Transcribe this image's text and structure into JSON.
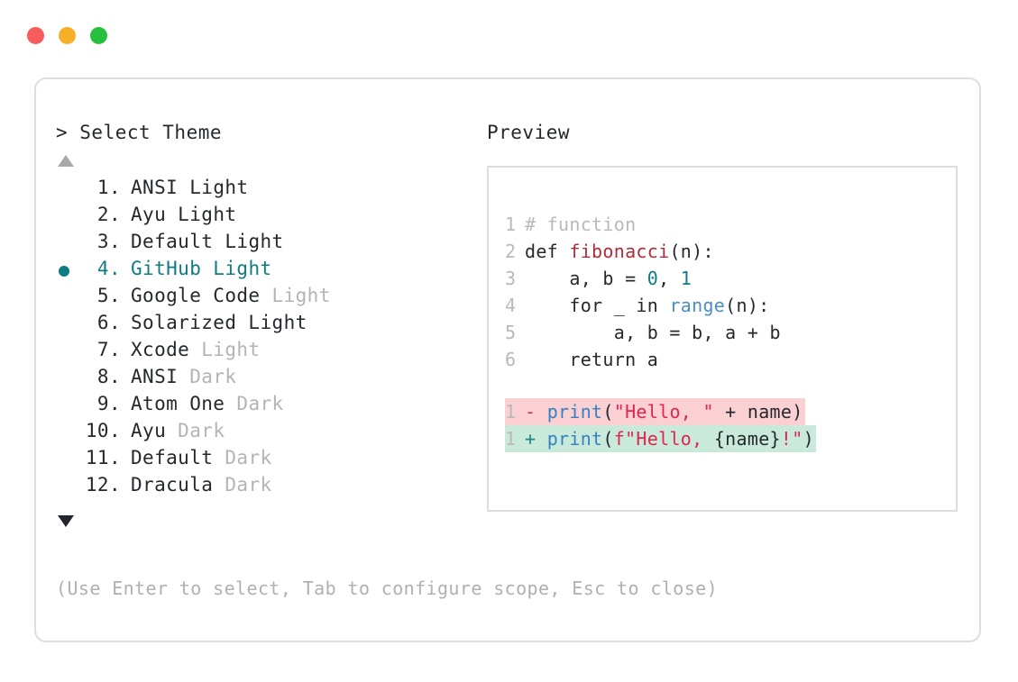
{
  "window": {
    "dots": [
      {
        "name": "close",
        "color": "#f75c5c"
      },
      {
        "name": "minimize",
        "color": "#f5b028"
      },
      {
        "name": "maximize",
        "color": "#28bf3f"
      }
    ]
  },
  "selector": {
    "prompt": "> Select Theme",
    "scroll_up_glyph": "▲",
    "scroll_down_glyph": "▼",
    "selected_index": 4,
    "selected_color": "#0f7c80",
    "items": [
      {
        "index": "1.",
        "name": "ANSI",
        "variant": "Light",
        "variant_dim": false,
        "selected": false
      },
      {
        "index": "2.",
        "name": "Ayu",
        "variant": "Light",
        "variant_dim": false,
        "selected": false
      },
      {
        "index": "3.",
        "name": "Default",
        "variant": "Light",
        "variant_dim": false,
        "selected": false
      },
      {
        "index": "4.",
        "name": "GitHub",
        "variant": "Light",
        "variant_dim": false,
        "selected": true
      },
      {
        "index": "5.",
        "name": "Google Code",
        "variant": "Light",
        "variant_dim": true,
        "selected": false
      },
      {
        "index": "6.",
        "name": "Solarized",
        "variant": "Light",
        "variant_dim": false,
        "selected": false
      },
      {
        "index": "7.",
        "name": "Xcode",
        "variant": "Light",
        "variant_dim": true,
        "selected": false
      },
      {
        "index": "8.",
        "name": "ANSI",
        "variant": "Dark",
        "variant_dim": true,
        "selected": false
      },
      {
        "index": "9.",
        "name": "Atom One",
        "variant": "Dark",
        "variant_dim": true,
        "selected": false
      },
      {
        "index": "10.",
        "name": "Ayu",
        "variant": "Dark",
        "variant_dim": true,
        "selected": false
      },
      {
        "index": "11.",
        "name": "Default",
        "variant": "Dark",
        "variant_dim": true,
        "selected": false
      },
      {
        "index": "12.",
        "name": "Dracula",
        "variant": "Dark",
        "variant_dim": true,
        "selected": false
      }
    ]
  },
  "hint": "(Use Enter to select, Tab to configure scope, Esc to close)",
  "preview": {
    "label": "Preview",
    "code_lines": [
      {
        "number": "1",
        "tokens": [
          {
            "t": "# function",
            "c": "tok-comment"
          }
        ]
      },
      {
        "number": "2",
        "tokens": [
          {
            "t": "def ",
            "c": "tok-kw"
          },
          {
            "t": "fibonacci",
            "c": "tok-fn"
          },
          {
            "t": "(n):",
            "c": "tok-plain"
          }
        ]
      },
      {
        "number": "3",
        "tokens": [
          {
            "t": "    a, b = ",
            "c": "tok-plain"
          },
          {
            "t": "0",
            "c": "tok-num"
          },
          {
            "t": ", ",
            "c": "tok-plain"
          },
          {
            "t": "1",
            "c": "tok-num"
          }
        ]
      },
      {
        "number": "4",
        "tokens": [
          {
            "t": "    for _ in ",
            "c": "tok-plain"
          },
          {
            "t": "range",
            "c": "tok-builtin"
          },
          {
            "t": "(n):",
            "c": "tok-plain"
          }
        ]
      },
      {
        "number": "5",
        "tokens": [
          {
            "t": "        a, b = b, a + b",
            "c": "tok-plain"
          }
        ]
      },
      {
        "number": "6",
        "tokens": [
          {
            "t": "    return a",
            "c": "tok-plain"
          }
        ]
      }
    ],
    "diff_lines": [
      {
        "number": "1",
        "kind": "del",
        "marker": "-",
        "bg": "#fbd0d2",
        "tokens": [
          {
            "t": "print",
            "c": "tok-print"
          },
          {
            "t": "(",
            "c": "tok-plain"
          },
          {
            "t": "\"Hello, \"",
            "c": "tok-str"
          },
          {
            "t": " + name)",
            "c": "tok-plain"
          }
        ]
      },
      {
        "number": "1",
        "kind": "add",
        "marker": "+",
        "bg": "#c9eada",
        "tokens": [
          {
            "t": "print",
            "c": "tok-print"
          },
          {
            "t": "(",
            "c": "tok-plain"
          },
          {
            "t": "f\"Hello, ",
            "c": "tok-str"
          },
          {
            "t": "{name}",
            "c": "tok-plain"
          },
          {
            "t": "!\"",
            "c": "tok-str"
          },
          {
            "t": ")",
            "c": "tok-plain"
          }
        ]
      }
    ]
  }
}
